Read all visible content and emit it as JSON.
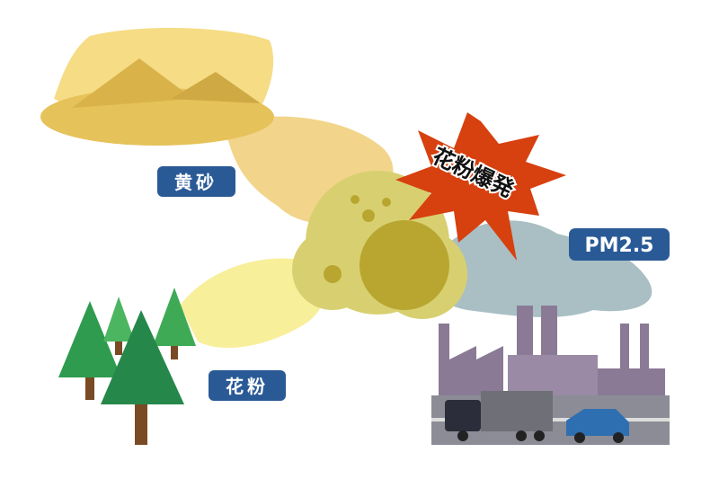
{
  "labels": {
    "kosa": "黄砂",
    "kafun": "花粉",
    "pm25": "PM2.5",
    "explosion": "花粉爆発"
  },
  "colors": {
    "label_bg": "#2a5a96",
    "explosion": "#d7400f",
    "sand": "#e8c35a",
    "pollen_cloud": "#d8d070",
    "pollen_core": "#b8a630",
    "pm_smoke": "#a9bfc4",
    "tree": "#2e9b4e",
    "factory": "#8a7a95"
  }
}
